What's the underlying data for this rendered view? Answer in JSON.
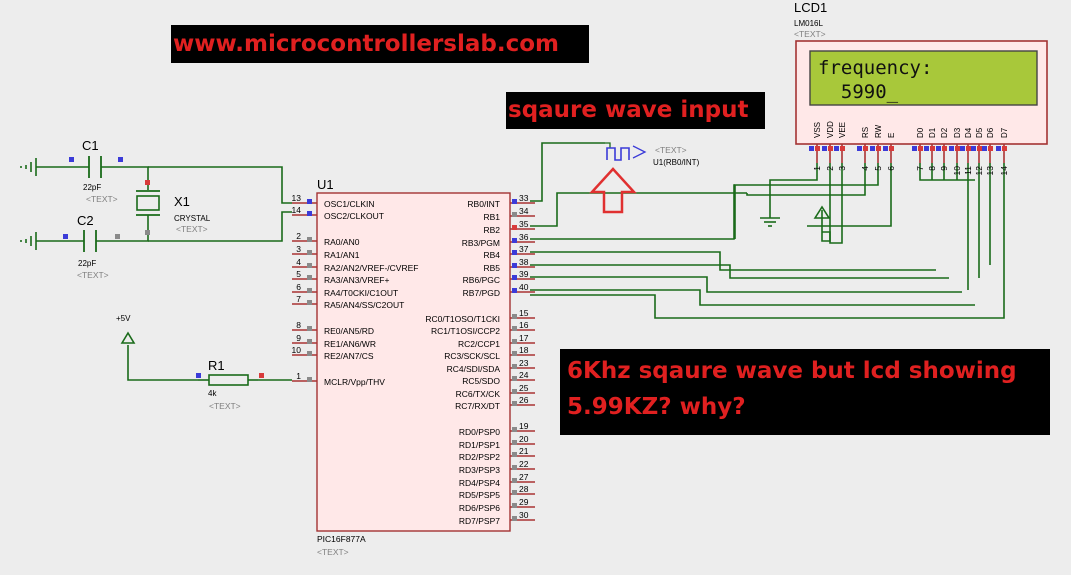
{
  "banners": {
    "website": "www.microcontrollerslab.com",
    "input_label": "sqaure wave input",
    "question_line1": "6Khz sqaure wave but lcd showing",
    "question_line2": "5.99KZ? why?"
  },
  "mcu": {
    "ref": "U1",
    "part": "PIC16F877A",
    "text_placeholder": "<TEXT>",
    "left_pins": [
      {
        "num": "13",
        "label": "OSC1/CLKIN"
      },
      {
        "num": "14",
        "label": "OSC2/CLKOUT"
      },
      {
        "num": "2",
        "label": "RA0/AN0"
      },
      {
        "num": "3",
        "label": "RA1/AN1"
      },
      {
        "num": "4",
        "label": "RA2/AN2/VREF-/CVREF"
      },
      {
        "num": "5",
        "label": "RA3/AN3/VREF+"
      },
      {
        "num": "6",
        "label": "RA4/T0CKI/C1OUT"
      },
      {
        "num": "7",
        "label": "RA5/AN4/SS/C2OUT"
      },
      {
        "num": "8",
        "label": "RE0/AN5/RD"
      },
      {
        "num": "9",
        "label": "RE1/AN6/WR"
      },
      {
        "num": "10",
        "label": "RE2/AN7/CS"
      },
      {
        "num": "1",
        "label": "MCLR/Vpp/THV"
      }
    ],
    "right_pins": [
      {
        "num": "33",
        "label": "RB0/INT"
      },
      {
        "num": "34",
        "label": "RB1"
      },
      {
        "num": "35",
        "label": "RB2"
      },
      {
        "num": "36",
        "label": "RB3/PGM"
      },
      {
        "num": "37",
        "label": "RB4"
      },
      {
        "num": "38",
        "label": "RB5"
      },
      {
        "num": "39",
        "label": "RB6/PGC"
      },
      {
        "num": "40",
        "label": "RB7/PGD"
      },
      {
        "num": "15",
        "label": "RC0/T1OSO/T1CKI"
      },
      {
        "num": "16",
        "label": "RC1/T1OSI/CCP2"
      },
      {
        "num": "17",
        "label": "RC2/CCP1"
      },
      {
        "num": "18",
        "label": "RC3/SCK/SCL"
      },
      {
        "num": "23",
        "label": "RC4/SDI/SDA"
      },
      {
        "num": "24",
        "label": "RC5/SDO"
      },
      {
        "num": "25",
        "label": "RC6/TX/CK"
      },
      {
        "num": "26",
        "label": "RC7/RX/DT"
      },
      {
        "num": "19",
        "label": "RD0/PSP0"
      },
      {
        "num": "20",
        "label": "RD1/PSP1"
      },
      {
        "num": "21",
        "label": "RD2/PSP2"
      },
      {
        "num": "22",
        "label": "RD3/PSP3"
      },
      {
        "num": "27",
        "label": "RD4/PSP4"
      },
      {
        "num": "28",
        "label": "RD5/PSP5"
      },
      {
        "num": "29",
        "label": "RD6/PSP6"
      },
      {
        "num": "30",
        "label": "RD7/PSP7"
      }
    ]
  },
  "lcd": {
    "ref": "LCD1",
    "part": "LM016L",
    "text_placeholder": "<TEXT>",
    "line1": "frequency:",
    "line2": "  5990_",
    "screen_color": "#a8c83a",
    "pins": [
      {
        "num": "1",
        "label": "VSS"
      },
      {
        "num": "2",
        "label": "VDD"
      },
      {
        "num": "3",
        "label": "VEE"
      },
      {
        "num": "4",
        "label": "RS"
      },
      {
        "num": "5",
        "label": "RW"
      },
      {
        "num": "6",
        "label": "E"
      },
      {
        "num": "7",
        "label": "D0"
      },
      {
        "num": "8",
        "label": "D1"
      },
      {
        "num": "9",
        "label": "D2"
      },
      {
        "num": "10",
        "label": "D3"
      },
      {
        "num": "11",
        "label": "D4"
      },
      {
        "num": "12",
        "label": "D5"
      },
      {
        "num": "13",
        "label": "D6"
      },
      {
        "num": "14",
        "label": "D7"
      }
    ]
  },
  "c1": {
    "ref": "C1",
    "value": "22pF",
    "text_placeholder": "<TEXT>"
  },
  "c2": {
    "ref": "C2",
    "value": "22pF",
    "text_placeholder": "<TEXT>"
  },
  "x1": {
    "ref": "X1",
    "type": "CRYSTAL",
    "text_placeholder": "<TEXT>"
  },
  "r1": {
    "ref": "R1",
    "value": "4k",
    "text_placeholder": "<TEXT>"
  },
  "power": {
    "label": "+5V"
  },
  "generator": {
    "text_placeholder": "<TEXT>",
    "label": "U1(RB0/INT)"
  },
  "colors": {
    "wire": "#1a6b1a",
    "banner_text": "#e02020",
    "pin_blue": "#3b3bd8",
    "pin_red": "#d83b3b",
    "pin_grey": "#8a8a8a",
    "body": "#ffe8e8",
    "outline": "#a33333",
    "arrow": "#e03030"
  }
}
